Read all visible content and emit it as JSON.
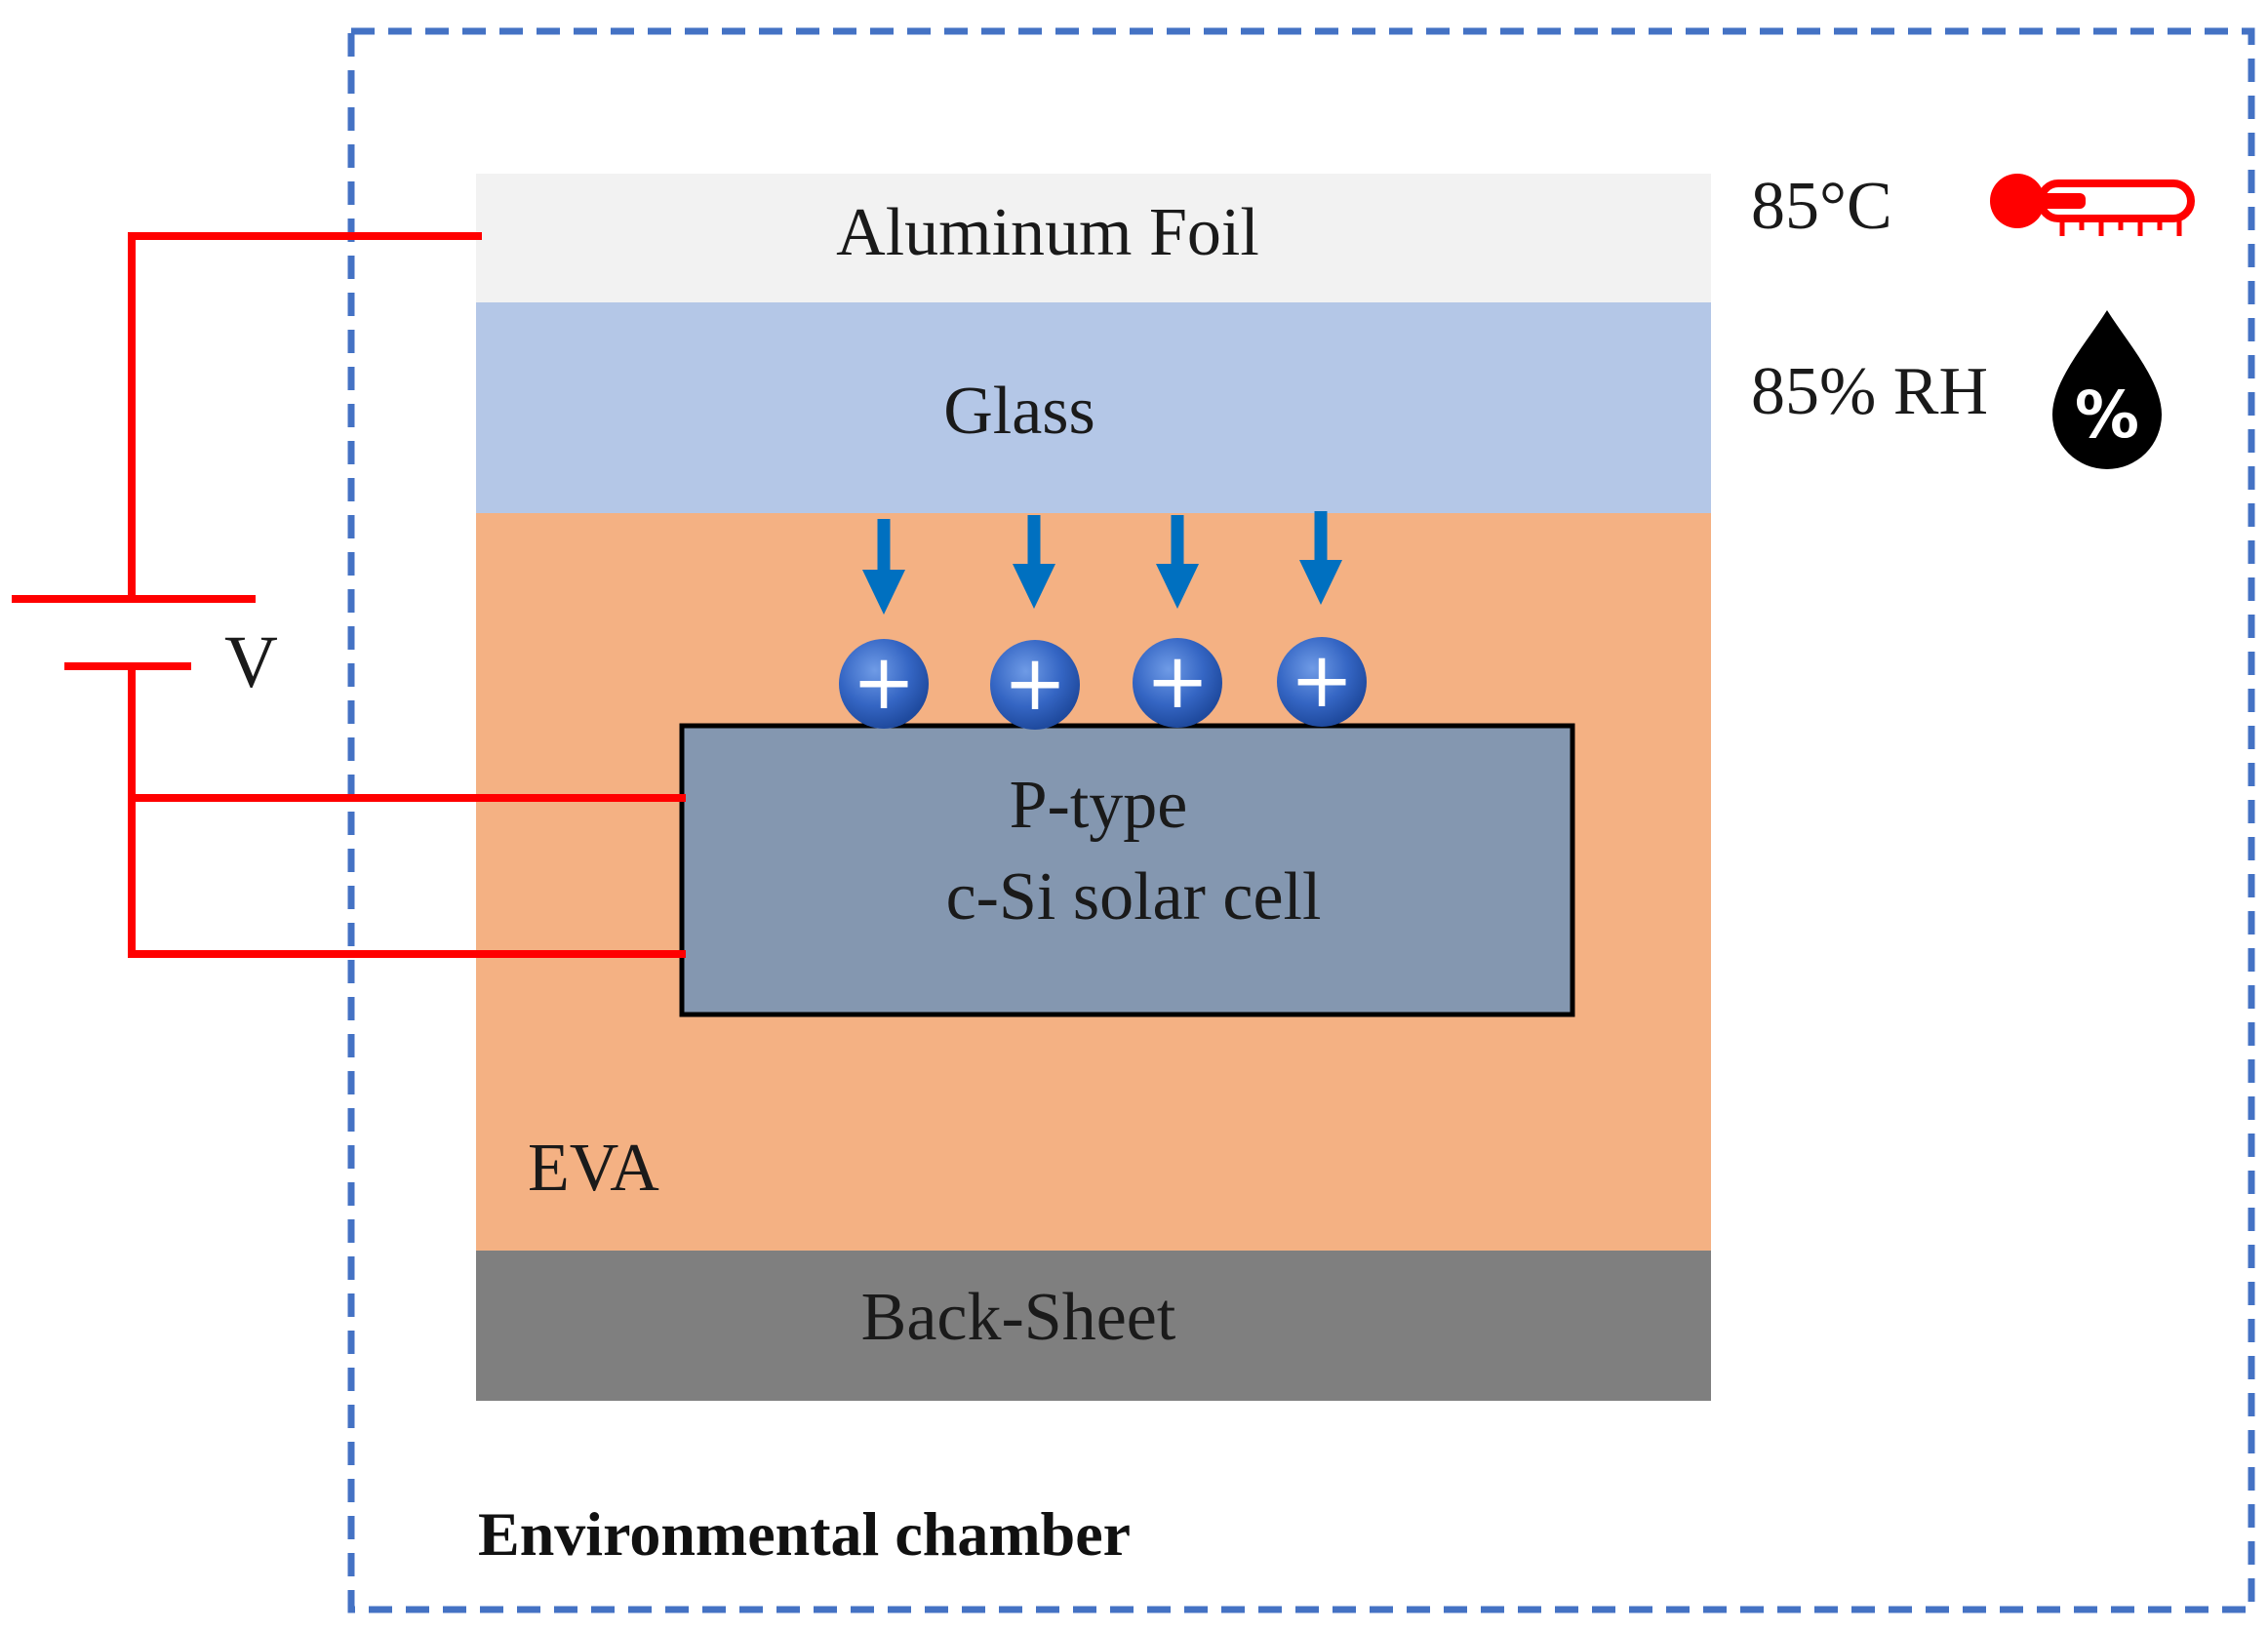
{
  "layers": {
    "foil": "Aluminum Foil",
    "glass": "Glass",
    "eva": "EVA",
    "backsheet": "Back-Sheet"
  },
  "cell": {
    "line1": "P-type",
    "line2": "c-Si solar cell"
  },
  "voltage_label": "V",
  "conditions": {
    "temperature": "85°C",
    "humidity": "85% RH",
    "temperature_icon": "thermometer-icon",
    "humidity_icon": "water-drop-percent-icon",
    "humidity_icon_glyph": "%"
  },
  "chamber_label": "Environmental chamber",
  "ion_symbol": "+",
  "colors": {
    "foil": "#f2f2f2",
    "glass": "#b4c7e7",
    "eva": "#f4b183",
    "backsheet": "#7f7f7f",
    "cell": "#8497b0",
    "wire": "#ff0000",
    "chamber_border": "#4472c4",
    "ion": "#2f5fb3",
    "arrow": "#0070c0"
  }
}
